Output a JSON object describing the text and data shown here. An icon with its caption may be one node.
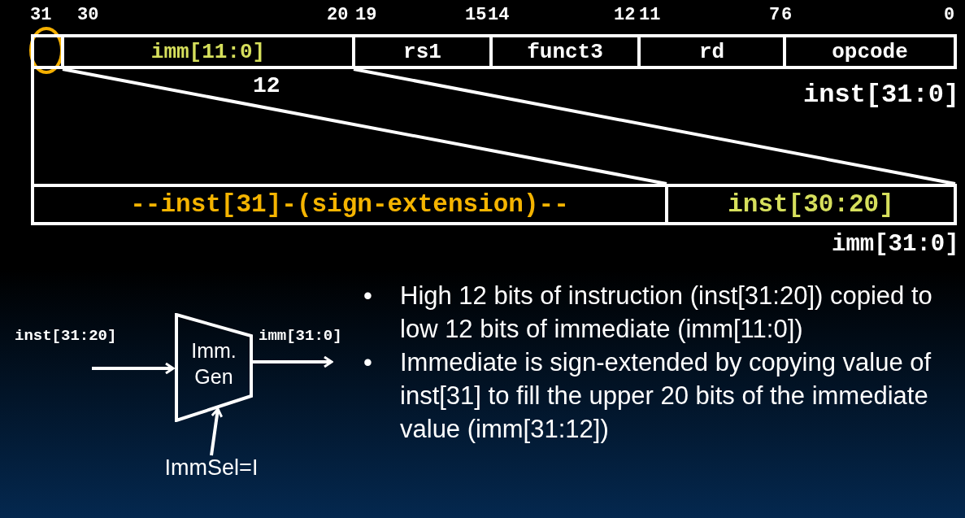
{
  "diagram": {
    "nodes": [
      {
        "text": [],
        "shape": "box"
      },
      {
        "text": [
          "imm[11:0]"
        ]
      },
      {
        "text": [
          "rs1"
        ]
      },
      {
        "text": [
          "funct3"
        ]
      },
      {
        "text": [
          "rd"
        ]
      },
      {
        "text": [
          "opcode"
        ]
      },
      {
        "text": [
          "--inst[31]-(sign-extension)--"
        ]
      },
      {
        "text": [
          "inst[30:20]"
        ]
      },
      {
        "text": [
          "Imm. Gen"
        ]
      },
      {
        "text": [
          "ImmSel=I"
        ]
      }
    ],
    "edges": [
      {
        "from": 0,
        "to": 6,
        "arrow": "none"
      },
      {
        "from": 0,
        "to": 7,
        "arrow": "none"
      },
      {
        "from": 1,
        "to": 7,
        "arrow": "none"
      },
      {
        "from": null,
        "to": 8,
        "arrow": "to",
        "label": "inst[31:20]"
      },
      {
        "from": 8,
        "to": null,
        "arrow": "to",
        "label": "imm[31:0]"
      },
      {
        "from": 9,
        "to": 8,
        "arrow": "to"
      }
    ],
    "labels": [
      "31",
      "30",
      "20",
      "19",
      "15",
      "14",
      "12",
      "11",
      "7",
      "6",
      "0",
      "12",
      "inst[31:0]",
      "imm[31:0]",
      "•",
      "High 12 bits of instruction (inst[31:20]) copied to low 12 bits of immediate (imm[11:0])",
      "•",
      "Immediate is sign-extended by copying value of inst[31] to fill the upper 20 bits of the immediate value (imm[31:12])"
    ]
  }
}
